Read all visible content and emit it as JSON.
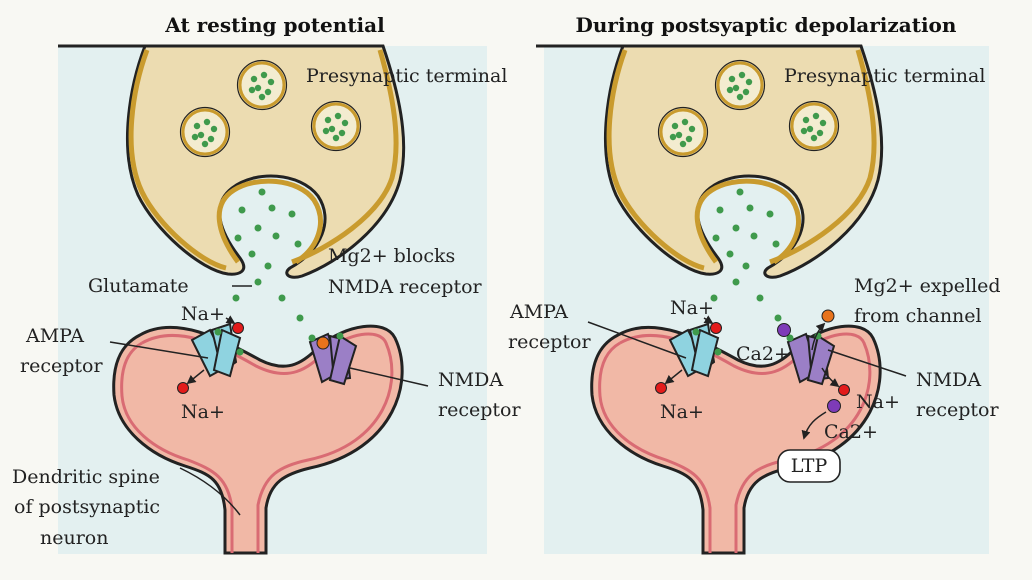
{
  "panels": [
    {
      "title": "At resting potential",
      "labels": {
        "presynaptic": "Presynaptic terminal",
        "glutamate": "Glutamate",
        "mg_block_1": "Mg2+ blocks",
        "mg_block_2": "NMDA receptor",
        "na_top": "Na+",
        "ampa_1": "AMPA",
        "ampa_2": "receptor",
        "na_bottom": "Na+",
        "nmda_1": "NMDA",
        "nmda_2": "receptor",
        "spine_1": "Dendritic spine",
        "spine_2": "of postsynaptic",
        "spine_3": "neuron"
      }
    },
    {
      "title": "During postsyaptic depolarization",
      "labels": {
        "presynaptic": "Presynaptic terminal",
        "na_top": "Na+",
        "mg_expelled_1": "Mg2+ expelled",
        "mg_expelled_2": "from channel",
        "ampa_1": "AMPA",
        "ampa_2": "receptor",
        "ca_in": "Ca2+",
        "na_nmda": "Na+",
        "na_bottom": "Na+",
        "ca_bottom": "Ca2+",
        "nmda_1": "NMDA",
        "nmda_2": "receptor",
        "ltp": "LTP"
      }
    }
  ],
  "colors": {
    "background": "#f8f8f3",
    "panel_bg": "#e3f0f0",
    "presynaptic_fill": "#ecdcb1",
    "presynaptic_membrane": "#c99b2e",
    "postsynaptic_fill": "#f1b8a6",
    "postsynaptic_membrane": "#d96b73",
    "glutamate": "#3f9a4c",
    "ampa": "#8fd3e0",
    "nmda": "#9b7fc6",
    "na_ion": "#e31b1b",
    "mg_ion": "#e8731c",
    "ca_ion": "#7e3bb8"
  }
}
